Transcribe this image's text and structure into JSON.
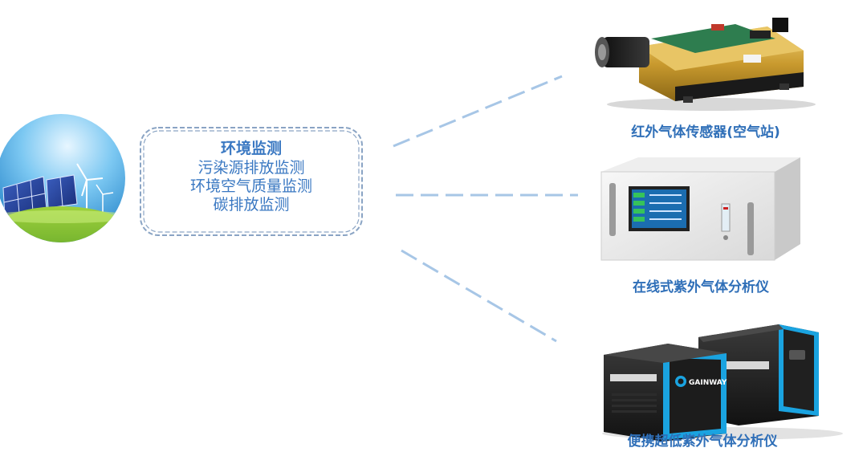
{
  "callout": {
    "title": "环境监测",
    "lines": [
      "污染源排放监测",
      "环境空气质量监测",
      "碳排放监测"
    ]
  },
  "devices": [
    {
      "caption": "红外气体传感器(空气站)",
      "icon": "infrared-gas-sensor-image"
    },
    {
      "caption": "在线式紫外气体分析仪",
      "icon": "online-uv-gas-analyzer-image"
    },
    {
      "caption": "便携超低紫外气体分析仪",
      "icon": "portable-ultralow-uv-gas-analyzer-image"
    }
  ],
  "logo_text": "GAINWAY",
  "colors": {
    "accent": "#3a78c2",
    "dash": "#a7c6e6",
    "device_blue": "#1aa3e0"
  }
}
